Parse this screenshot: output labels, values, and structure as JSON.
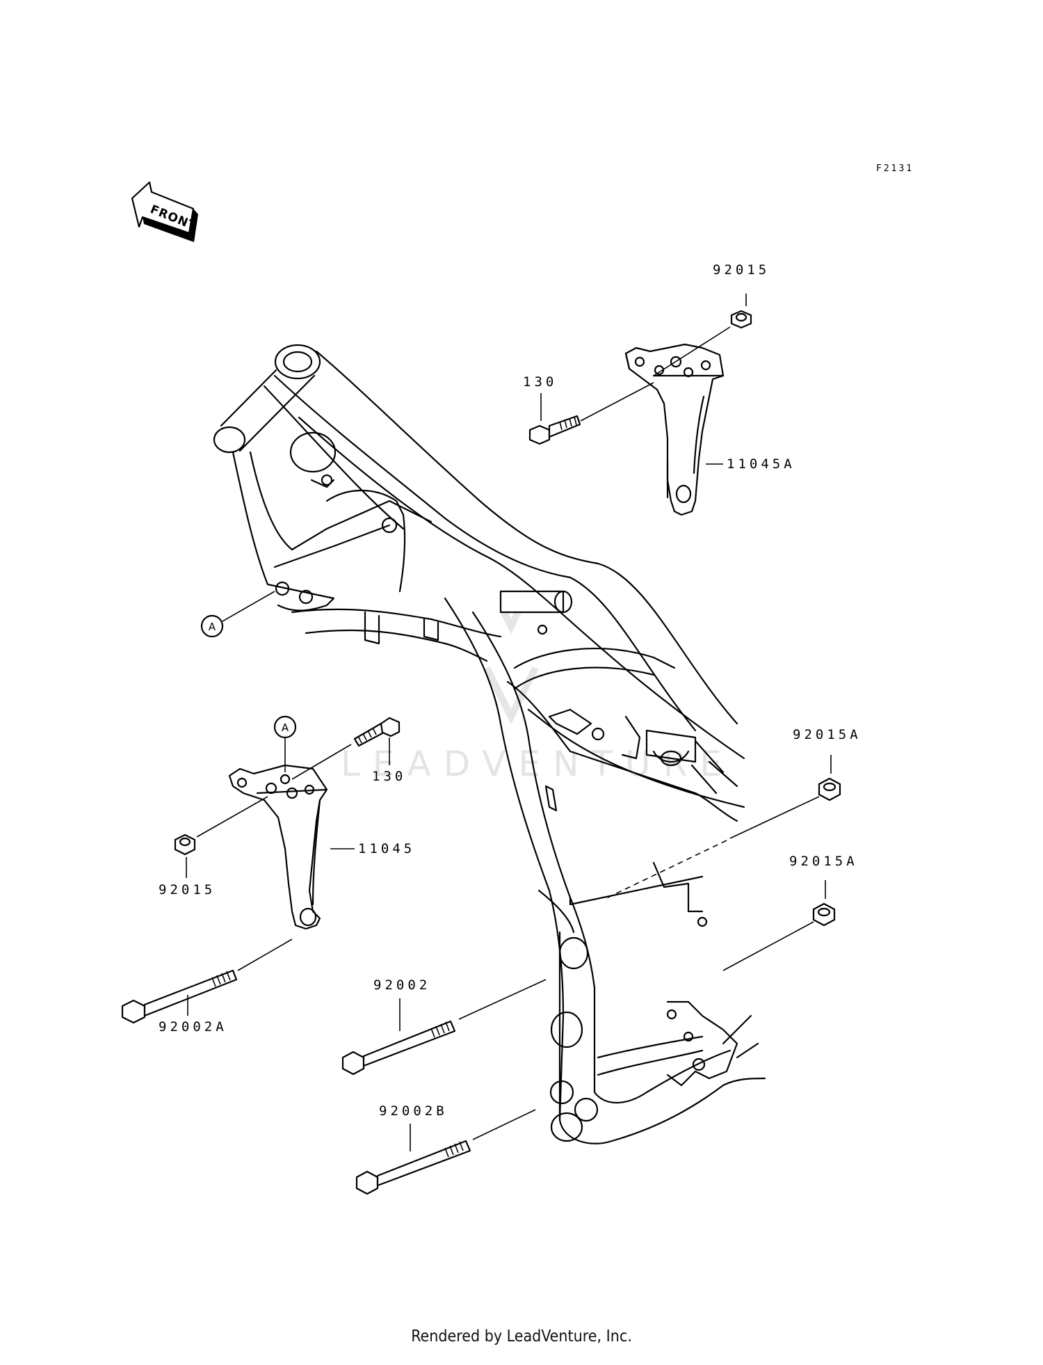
{
  "diagram": {
    "ref_code": "F2131",
    "front_arrow_label": "FRONT",
    "watermark": "LEADVENTURE",
    "callouts": {
      "top_nut": "92015",
      "top_bolt": "130",
      "right_bracket": "11045A",
      "frame_ref": "A",
      "bracket_ref": "A",
      "left_bolt": "130",
      "left_nut": "92015",
      "left_bracket": "11045",
      "right_nut_upper": "92015A",
      "right_nut_lower": "92015A",
      "long_bolt": "92002",
      "long_bolt_left": "92002A",
      "long_bolt_lower": "92002B"
    }
  },
  "footer": {
    "text": "Rendered by LeadVenture, Inc."
  }
}
